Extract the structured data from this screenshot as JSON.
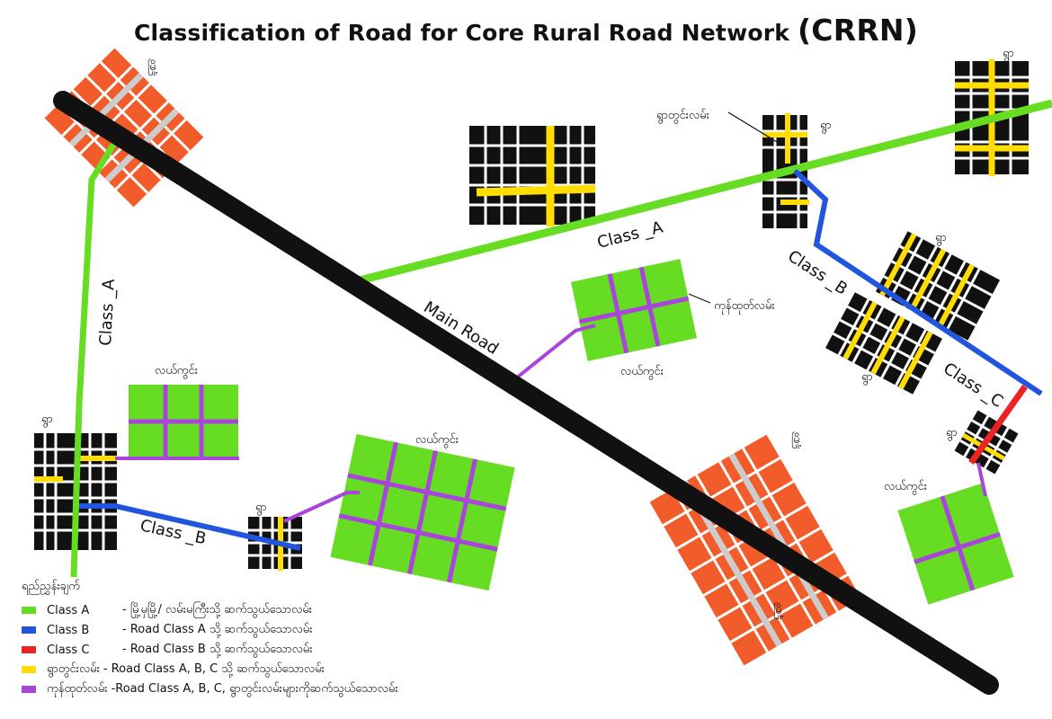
{
  "title": {
    "main": "Classification of Road for Core Rural Road Network",
    "abbr": "(CRRN)"
  },
  "colors": {
    "class_a": "#66dd22",
    "class_b": "#2255dd",
    "class_c": "#ee2222",
    "village_road": "#ffdd00",
    "farm_road": "#aa44dd",
    "main_road": "#111111",
    "town_block": "#f25c2a",
    "town_street": "#cccccc",
    "village_block": "#111111",
    "field": "#66dd22"
  },
  "road_labels": {
    "main_road": "Main Road",
    "class_a_vertical": "Class _A",
    "class_a_diagonal": "Class _A",
    "class_b_upper": "Class _B",
    "class_b_lower": "Class _B",
    "class_c": "Class _C"
  },
  "place_labels": {
    "town": "မြို့",
    "village": "ရွာ",
    "field": "လယ်ကွင်း",
    "village_road": "ရွာတွင်းလမ်း",
    "farm_road": "ကုန်ထုတ်လမ်း"
  },
  "legend": {
    "heading": "ရည်ညွှန်းချက်",
    "items": [
      {
        "key": "class_a",
        "name": "Class A",
        "desc": "- မြို့မှမြို့/ လမ်းမကြီးသို့ ဆက်သွယ်သောလမ်း"
      },
      {
        "key": "class_b",
        "name": "Class B",
        "desc": "- Road Class A  သို့ ဆက်သွယ်သောလမ်း"
      },
      {
        "key": "class_c",
        "name": "Class C",
        "desc": "- Road Class B  သို့ ဆက်သွယ်သောလမ်း"
      },
      {
        "key": "village_road",
        "name": "ရွာတွင်းလမ်း",
        "desc": "- Road Class A, B, C  သို့ ဆက်သွယ်သောလမ်း"
      },
      {
        "key": "farm_road",
        "name": "ကုန်ထုတ်လမ်း",
        "desc": "-Road Class A, B, C, ရွာတွင်းလမ်းများကိုဆက်သွယ်သောလမ်း"
      }
    ]
  }
}
